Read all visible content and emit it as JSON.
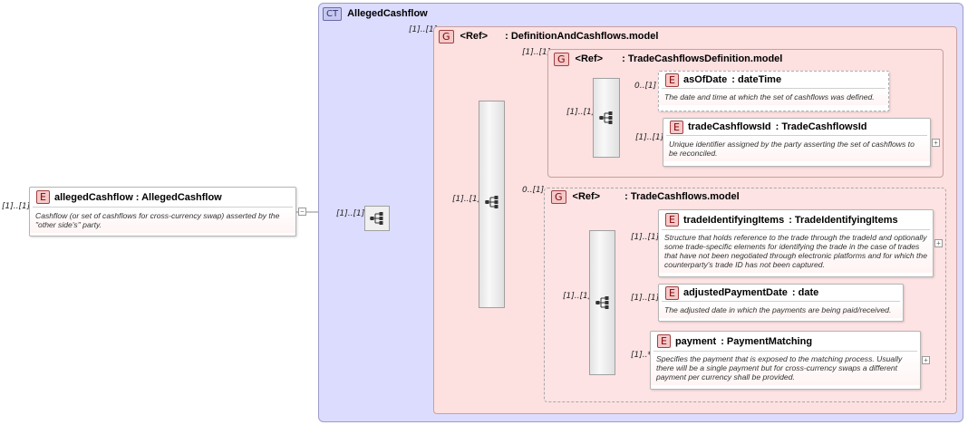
{
  "complex_type": {
    "badge": "CT",
    "name": "AllegedCashflow"
  },
  "root": {
    "card": "[1]..[1]",
    "badge": "E",
    "name": "allegedCashflow : AllegedCashflow",
    "doc": "Cashflow (or set of cashflows for cross-currency swap) asserted by the \"other side's\" party.",
    "expand": "−"
  },
  "seq_root": {
    "card": "[1]..[1]"
  },
  "group_outer": {
    "card": "[1]..[1]",
    "badge": "G",
    "ref": "<Ref>",
    "name": ": DefinitionAndCashflows.model"
  },
  "seq_outer": {
    "card": "[1]..[1]"
  },
  "group_def": {
    "card": "[1]..[1]",
    "badge": "G",
    "ref": "<Ref>",
    "name": ": TradeCashflowsDefinition.model"
  },
  "seq_def": {
    "card": "[1]..[1]"
  },
  "el_asOfDate": {
    "card": "0..[1]",
    "badge": "E",
    "name": "asOfDate",
    "type": ": dateTime",
    "doc": "The date and time at which the set of cashflows was defined."
  },
  "el_tradeCashflowsId": {
    "card": "[1]..[1]",
    "badge": "E",
    "name": "tradeCashflowsId",
    "type": ": TradeCashflowsId",
    "doc": "Unique identifier assigned by the party asserting the set of cashflows to be reconciled.",
    "expand": "+"
  },
  "group_cf": {
    "card": "0..[1]",
    "badge": "G",
    "ref": "<Ref>",
    "name": ": TradeCashflows.model"
  },
  "seq_cf": {
    "card": "[1]..[1]"
  },
  "el_tradeIdentifyingItems": {
    "card": "[1]..[1]",
    "badge": "E",
    "name": "tradeIdentifyingItems",
    "type": ": TradeIdentifyingItems",
    "doc": "Structure that holds reference to the trade through the tradeId and optionally some trade-specific elements for identifying the trade in the case of trades that have not been negotiated through electronic platforms and for which the counterparty's trade ID has not been captured.",
    "expand": "+"
  },
  "el_adjustedPaymentDate": {
    "card": "[1]..[1]",
    "badge": "E",
    "name": "adjustedPaymentDate",
    "type": ": date",
    "doc": "The adjusted date in which the payments are being paid/received."
  },
  "el_payment": {
    "card": "[1]..*",
    "badge": "E",
    "name": "payment",
    "type": ": PaymentMatching",
    "doc": "Specifies the payment that is exposed to the matching process. Usually there will be a single payment but for cross-currency swaps a different payment per currency shall be provided.",
    "expand": "+"
  }
}
